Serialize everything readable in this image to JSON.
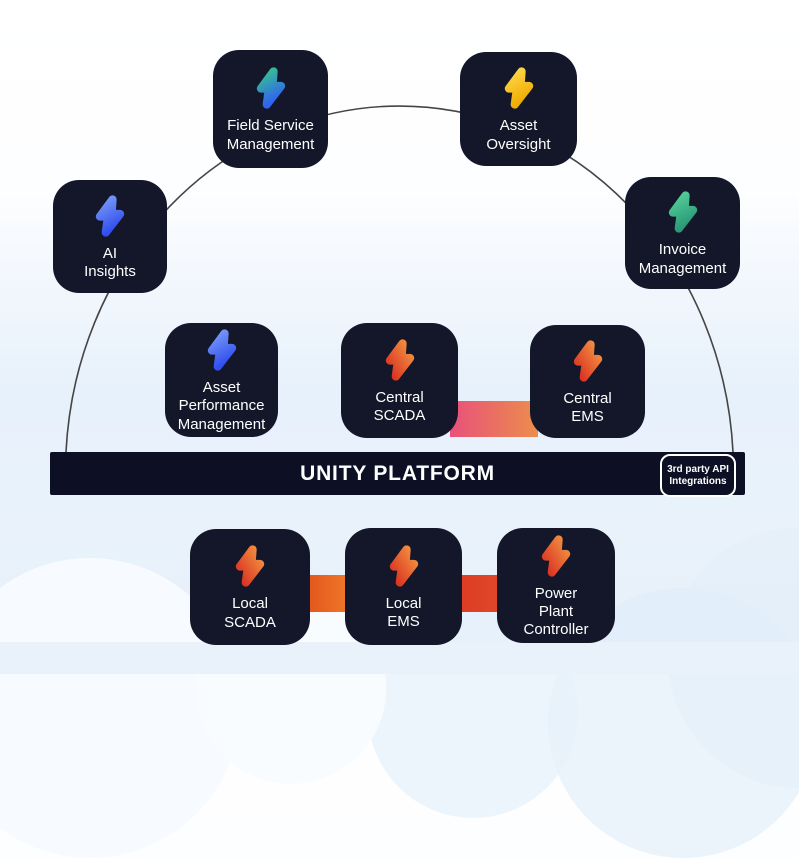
{
  "platform_bar": {
    "title": "UNITY PLATFORM",
    "badge_text": "3rd party API Integrations",
    "bg_color": "#0d1024"
  },
  "tile_bg": "#131729",
  "arc_color": "#454545",
  "icon_variants": {
    "green_blue": {
      "from": "#38c58c",
      "to": "#2f63f1"
    },
    "yellow": {
      "from": "#ffd84a",
      "to": "#f0ad05"
    },
    "blue": {
      "from": "#7a9bf8",
      "to": "#3350ee"
    },
    "teal": {
      "from": "#55d09b",
      "to": "#2b9b77"
    },
    "orange": {
      "from": "#f29040",
      "to": "#da3222"
    }
  },
  "tiles": [
    {
      "label": "Field Service Management",
      "icon": "bolt-icon",
      "variant": "green_blue"
    },
    {
      "label": "Asset Oversight",
      "icon": "bolt-icon",
      "variant": "yellow"
    },
    {
      "label": "AI Insights",
      "icon": "bolt-icon",
      "variant": "blue"
    },
    {
      "label": "Invoice Management",
      "icon": "bolt-icon",
      "variant": "teal"
    },
    {
      "label": "Asset Performance Management",
      "icon": "bolt-icon",
      "variant": "blue"
    },
    {
      "label": "Central SCADA",
      "icon": "bolt-icon",
      "variant": "orange"
    },
    {
      "label": "Central EMS",
      "icon": "bolt-icon",
      "variant": "orange"
    },
    {
      "label": "Local SCADA",
      "icon": "bolt-icon",
      "variant": "orange"
    },
    {
      "label": "Local EMS",
      "icon": "bolt-icon",
      "variant": "orange"
    },
    {
      "label": "Power Plant Controller",
      "icon": "bolt-icon",
      "variant": "orange"
    }
  ],
  "connectors": {
    "central": {
      "from": "#e8517b",
      "to": "#ec8d4c"
    },
    "local_1": {
      "from": "#e1501a",
      "to": "#f07d2b"
    },
    "local_2": {
      "from": "#dc3a22",
      "to": "#e04a2a"
    }
  }
}
